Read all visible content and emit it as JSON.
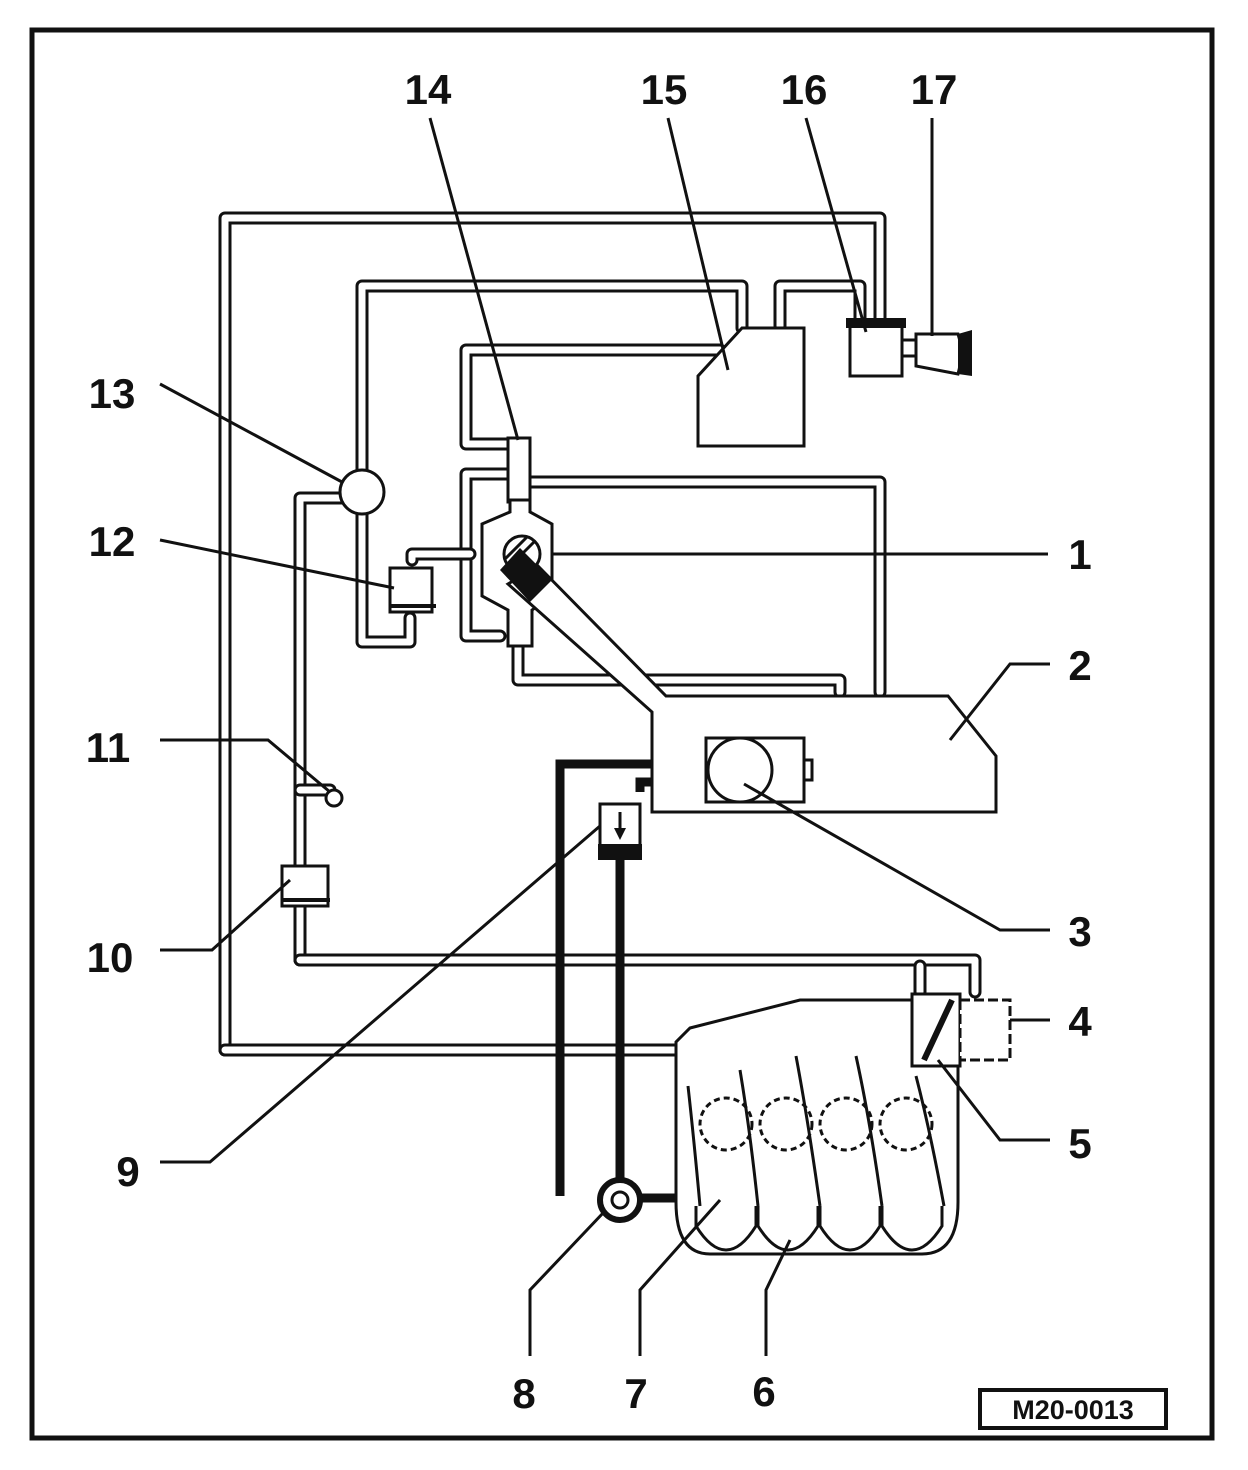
{
  "figure": {
    "reference_code": "M20-0013"
  },
  "callouts": [
    {
      "id": "1",
      "label": "1"
    },
    {
      "id": "2",
      "label": "2"
    },
    {
      "id": "3",
      "label": "3"
    },
    {
      "id": "4",
      "label": "4"
    },
    {
      "id": "5",
      "label": "5"
    },
    {
      "id": "6",
      "label": "6"
    },
    {
      "id": "7",
      "label": "7"
    },
    {
      "id": "8",
      "label": "8"
    },
    {
      "id": "9",
      "label": "9"
    },
    {
      "id": "10",
      "label": "10"
    },
    {
      "id": "11",
      "label": "11"
    },
    {
      "id": "12",
      "label": "12"
    },
    {
      "id": "13",
      "label": "13"
    },
    {
      "id": "14",
      "label": "14"
    },
    {
      "id": "15",
      "label": "15"
    },
    {
      "id": "16",
      "label": "16"
    },
    {
      "id": "17",
      "label": "17"
    }
  ],
  "colors": {
    "line": "#111111",
    "background": "#ffffff"
  }
}
